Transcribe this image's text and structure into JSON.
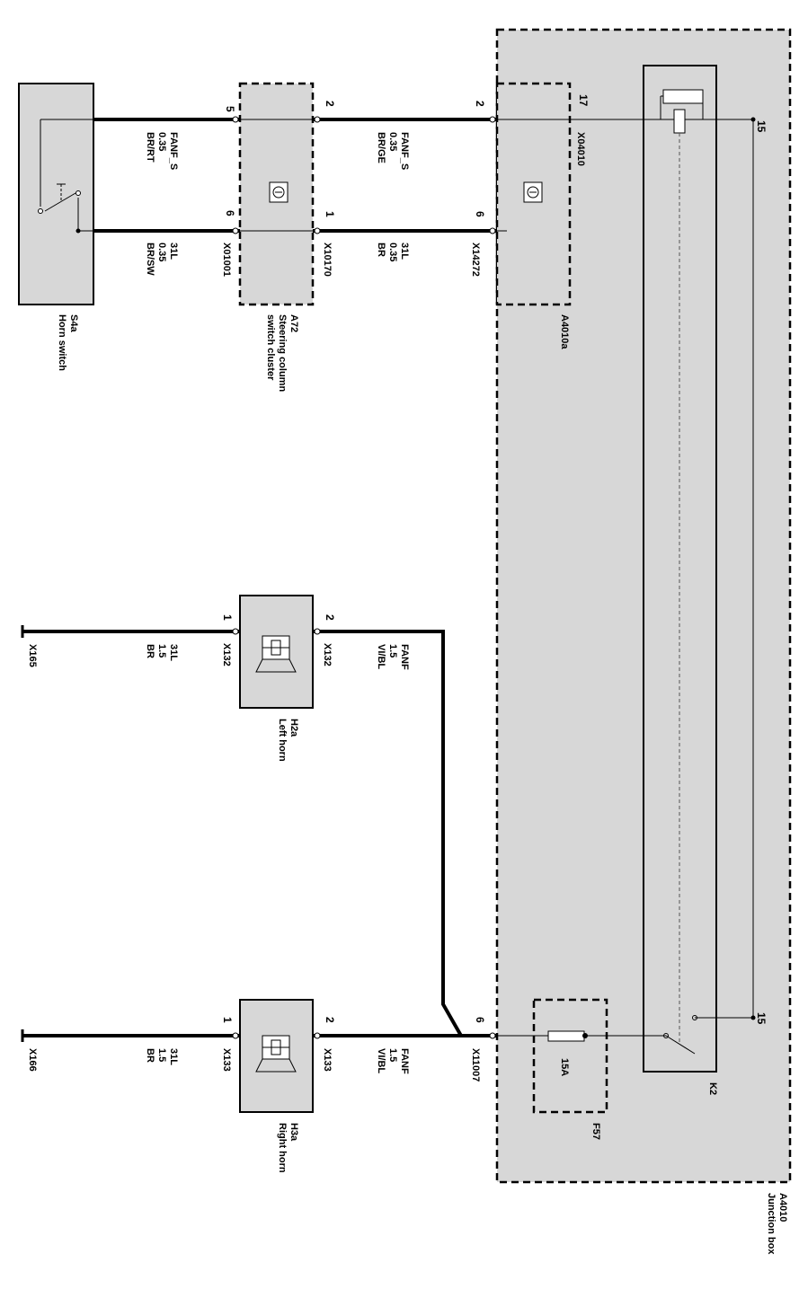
{
  "components": {
    "horn_switch": {
      "id": "S4a",
      "name": "Horn switch"
    },
    "steering_cluster": {
      "id": "A72",
      "name_line1": "Steering column",
      "name_line2": "switch cluster"
    },
    "a4010a": {
      "id": "A4010a"
    },
    "left_horn": {
      "id": "H2a",
      "name": "Left horn"
    },
    "right_horn": {
      "id": "H3a",
      "name": "Right horn"
    },
    "junction_box": {
      "id": "A4010",
      "name": "Junction box"
    },
    "relay": {
      "id": "K2"
    },
    "fuse": {
      "id": "F57",
      "rating": "15A"
    }
  },
  "wires": {
    "w1": {
      "line1": "FANF_S",
      "line2": "0.35",
      "line3": "BR/RT"
    },
    "w2": {
      "line1": "31L",
      "line2": "0.35",
      "line3": "BR/SW"
    },
    "w3": {
      "line1": "FANF_S",
      "line2": "0.35",
      "line3": "BR/GE"
    },
    "w4": {
      "line1": "31L",
      "line2": "0.35",
      "line3": "BR"
    },
    "w5": {
      "line1": "FANF",
      "line2": "1.5",
      "line3": "VI/BL"
    },
    "w6": {
      "line1": "31L",
      "line2": "1.5",
      "line3": "BR"
    },
    "w7": {
      "line1": "FANF",
      "line2": "1.5",
      "line3": "VI/BL"
    },
    "w8": {
      "line1": "31L",
      "line2": "1.5",
      "line3": "BR"
    }
  },
  "connectors": {
    "c1": "X01001",
    "c2": "X10170",
    "c3": "X14272",
    "c4": "X04010",
    "c5": "X132",
    "c6": "X132",
    "c7": "X11007",
    "c8": "X133",
    "c9": "X133",
    "c10": "X165",
    "c11": "X166"
  },
  "pins": {
    "p_s4a_a": "5",
    "p_s4a_b": "6",
    "p_a72_a": "2",
    "p_a72_b": "1",
    "p_a4010a_a": "2",
    "p_a4010a_b": "6",
    "p_jb_top": "17",
    "p_jb_15a": "15",
    "p_jb_15b": "15",
    "p_h2a_a": "1",
    "p_h2a_b": "2",
    "p_h3a_a": "1",
    "p_h3a_b": "2",
    "p_jb_out": "6"
  }
}
